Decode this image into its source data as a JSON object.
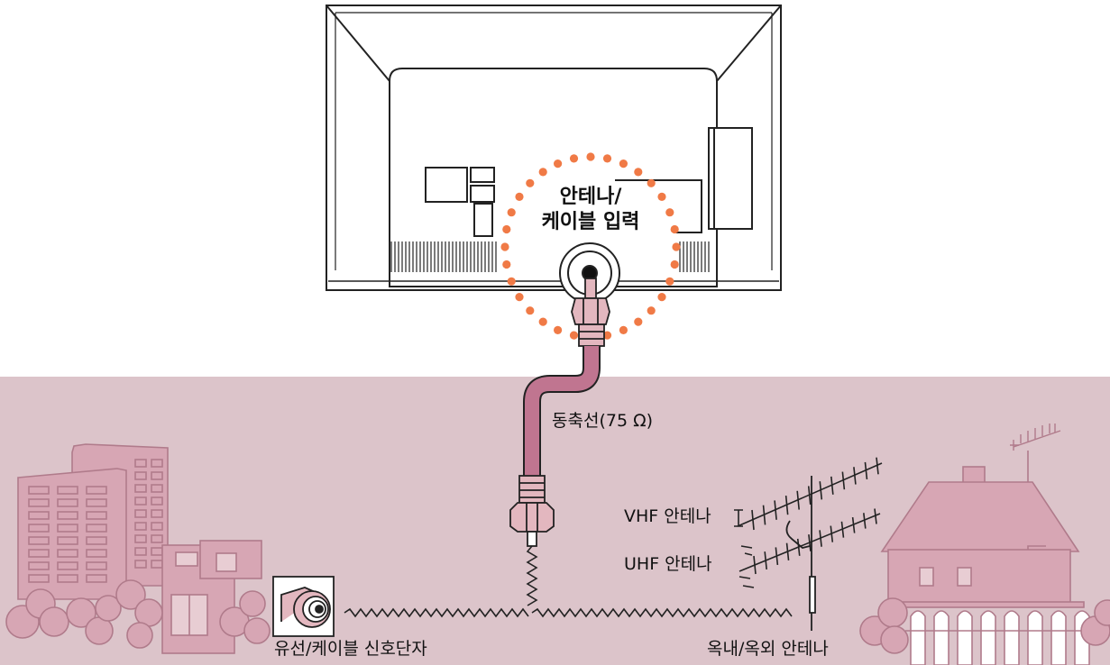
{
  "labels": {
    "antenna_input_line1": "안테나/",
    "antenna_input_line2": "케이블 입력",
    "coax_cable": "동축선(75 Ω)",
    "vhf_antenna": "VHF 안테나",
    "uhf_antenna": "UHF 안테나",
    "wall_jack": "유선/케이블 신호단자",
    "outdoor_antenna": "옥내/옥외 안테나"
  },
  "colors": {
    "ground": "#dcc4ca",
    "building_fill": "#d7a6b4",
    "building_stroke": "#b07b8b",
    "cable": "#c07590",
    "connector": "#e3b7bf",
    "highlight_dots": "#f07a46",
    "line": "#222222"
  }
}
